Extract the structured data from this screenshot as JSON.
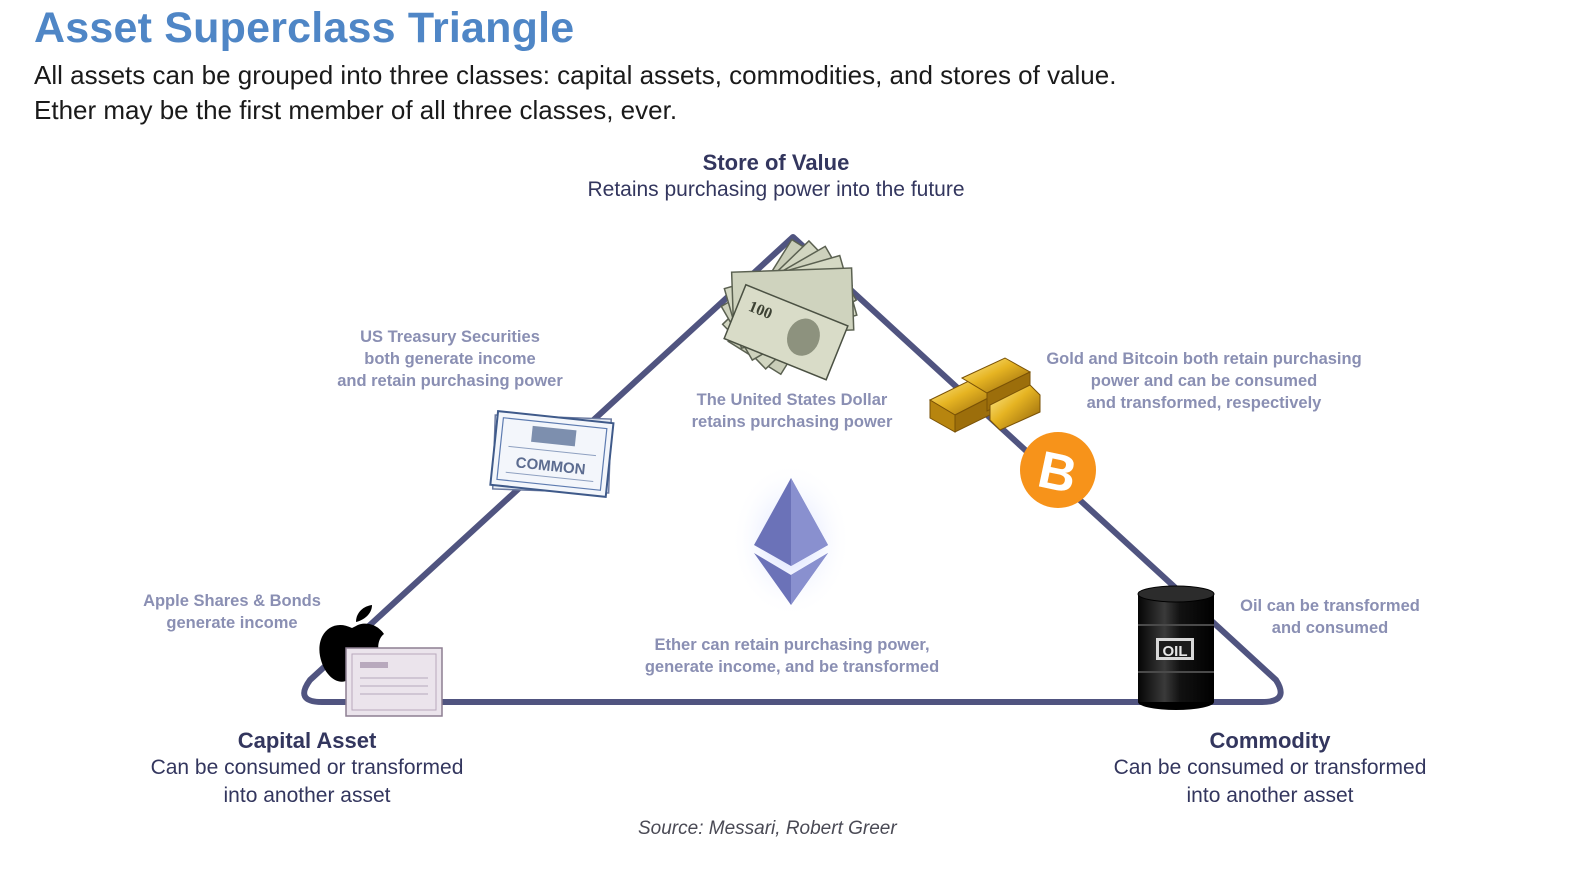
{
  "header": {
    "title": "Asset Superclass Triangle",
    "subtitle_line1": "All assets can be grouped into three classes: capital assets, commodities, and stores of value.",
    "subtitle_line2": "Ether may be the first member of all three classes, ever."
  },
  "corners": {
    "store_of_value": {
      "title": "Store of Value",
      "desc": "Retains purchasing power into the future"
    },
    "capital_asset": {
      "title": "Capital Asset",
      "desc_line1": "Can be consumed or transformed",
      "desc_line2": "into another asset"
    },
    "commodity": {
      "title": "Commodity",
      "desc_line1": "Can be consumed or transformed",
      "desc_line2": "into another asset"
    }
  },
  "notes": {
    "treasury": {
      "line1": "US Treasury Securities",
      "line2": "both generate income",
      "line3": "and retain purchasing power"
    },
    "dollar": {
      "line1": "The United States Dollar",
      "line2": "retains purchasing power"
    },
    "gold_bitcoin": {
      "line1": "Gold and Bitcoin both retain purchasing",
      "line2": "power and can be consumed",
      "line3": "and transformed, respectively"
    },
    "apple": {
      "line1": "Apple Shares & Bonds",
      "line2": "generate income"
    },
    "oil": {
      "line1": "Oil can be transformed",
      "line2": "and consumed"
    },
    "ether": {
      "line1": "Ether can retain purchasing power,",
      "line2": "generate income, and be transformed"
    }
  },
  "icons": {
    "oil_label": "OIL",
    "bitcoin_symbol": "B",
    "certificate_label": "COMMON"
  },
  "source": "Source: Messari, Robert Greer",
  "colors": {
    "title": "#4f86c6",
    "triangle": "#505480",
    "note_text": "#8a8fb3",
    "corner_text": "#33365e",
    "bitcoin": "#f7931a",
    "ether": "#6b72b8"
  }
}
